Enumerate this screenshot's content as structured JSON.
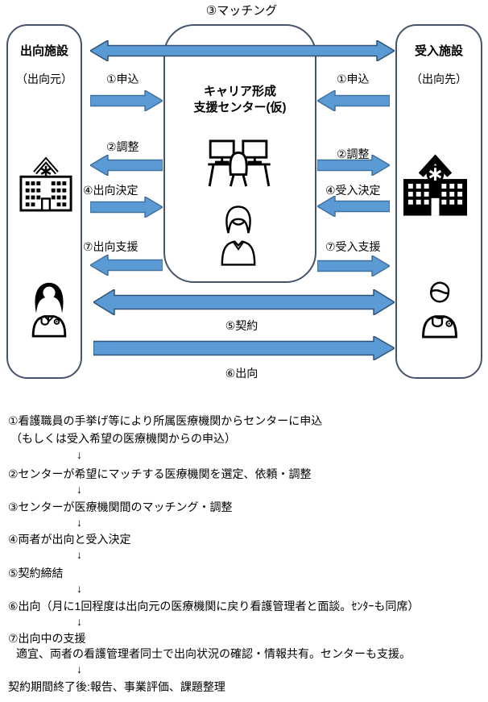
{
  "diagram": {
    "top_flow_label": "③マッチング",
    "boxes": {
      "left": {
        "title": "出向施設",
        "subtitle": "（出向元）"
      },
      "center": {
        "title_line1": "キャリア形成",
        "title_line2": "支援センター(仮)"
      },
      "right": {
        "title": "受入施設",
        "subtitle": "（出向先）"
      }
    },
    "left_flow": {
      "apply": "①申込",
      "adjust": "②調整",
      "decide": "④出向決定",
      "support": "⑦出向支援"
    },
    "right_flow": {
      "apply": "①申込",
      "adjust": "②調整",
      "decide": "④受入決定",
      "support": "⑦受入支援"
    },
    "bottom_flow": {
      "contract": "⑤契約",
      "dispatch": "⑥出向"
    },
    "icons": {
      "left_box": [
        "hospital-outline-icon",
        "female-nurse-icon"
      ],
      "center_box": [
        "workstation-icon",
        "coordinator-woman-icon"
      ],
      "right_box": [
        "hospital-filled-icon",
        "male-nurse-icon"
      ]
    },
    "colors": {
      "arrow_fill": "#5B9BD5",
      "arrow_stroke": "#41719C",
      "box_border": "#44546A",
      "text": "#000000",
      "background": "#FFFFFF"
    }
  },
  "steps": {
    "lines": [
      {
        "text": "①看護職員の手挙げ等により所属医療機関からセンターに申込"
      },
      {
        "text": "（もしくは受入希望の医療機関からの申込）"
      },
      {
        "text": "↓"
      },
      {
        "text": "②センターが希望にマッチする医療機関を選定、依頼・調整"
      },
      {
        "text": "↓"
      },
      {
        "text": "③センターが医療機関間のマッチング・調整"
      },
      {
        "text": "↓"
      },
      {
        "text": "④両者が出向と受入決定"
      },
      {
        "text": "↓"
      },
      {
        "text": "⑤契約締結"
      },
      {
        "text": "↓"
      },
      {
        "text": "⑥出向（月に1回程度は出向元の医療機関に戻り看護管理者と面談。ｾﾝﾀｰも同席）"
      },
      {
        "text": "↓"
      },
      {
        "text": "⑦出向中の支援"
      },
      {
        "text": "適宜、両者の看護管理者同士で出向状況の確認・情報共有。センターも支援。"
      },
      {
        "text": "↓"
      },
      {
        "text": "契約期間終了後:報告、事業評価、課題整理"
      }
    ]
  }
}
